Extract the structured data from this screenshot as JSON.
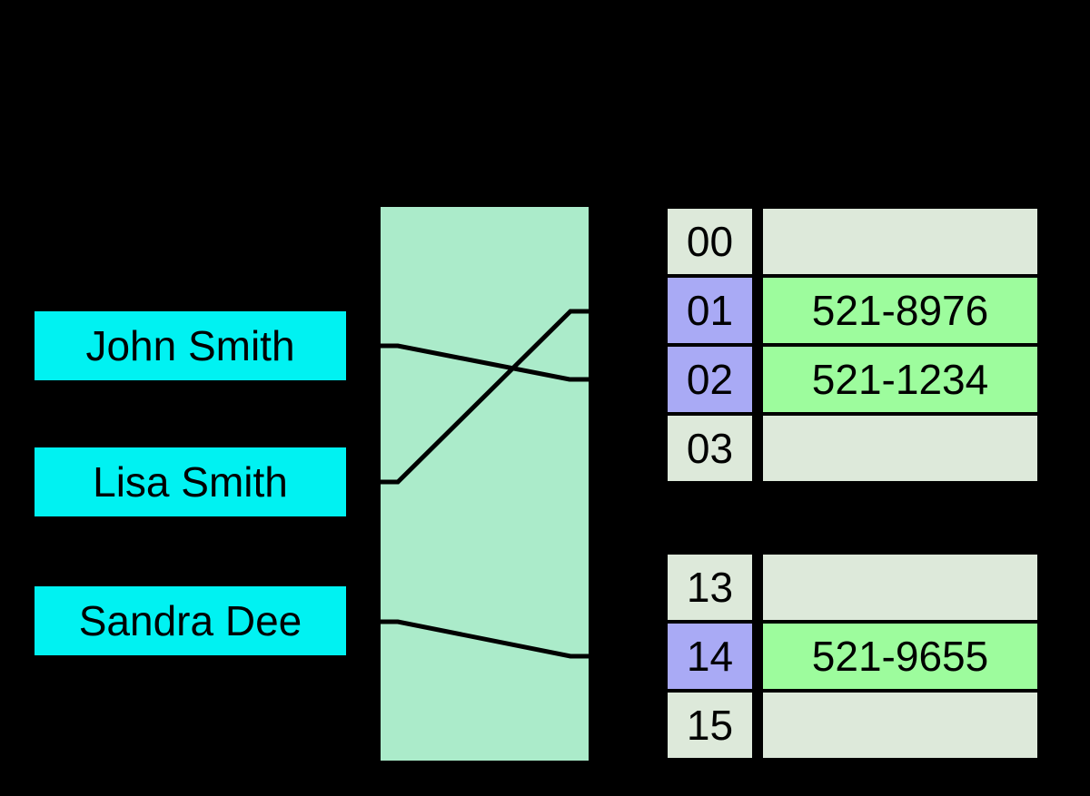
{
  "diagram": {
    "type": "hash-table-mapping",
    "keys": {
      "items": [
        {
          "label": "John Smith"
        },
        {
          "label": "Lisa Smith"
        },
        {
          "label": "Sandra Dee"
        }
      ]
    },
    "buckets": {
      "groups": [
        {
          "rows": [
            {
              "index": "00",
              "value": "",
              "active": false
            },
            {
              "index": "01",
              "value": "521-8976",
              "active": true
            },
            {
              "index": "02",
              "value": "521-1234",
              "active": true
            },
            {
              "index": "03",
              "value": "",
              "active": false
            }
          ]
        },
        {
          "rows": [
            {
              "index": "13",
              "value": "",
              "active": false
            },
            {
              "index": "14",
              "value": "521-9655",
              "active": true
            },
            {
              "index": "15",
              "value": "",
              "active": false
            }
          ]
        }
      ]
    },
    "mappings": [
      {
        "from": "John Smith",
        "to": "02"
      },
      {
        "from": "Lisa Smith",
        "to": "01"
      },
      {
        "from": "Sandra Dee",
        "to": "14"
      }
    ]
  },
  "colors": {
    "background": "#000000",
    "key_box": "#00f2f2",
    "hash_box": "#abebca",
    "cell_default": "#dde9da",
    "index_active": "#a9aaf5",
    "value_active": "#9dfc9d",
    "line": "#000000",
    "text": "#000000"
  }
}
